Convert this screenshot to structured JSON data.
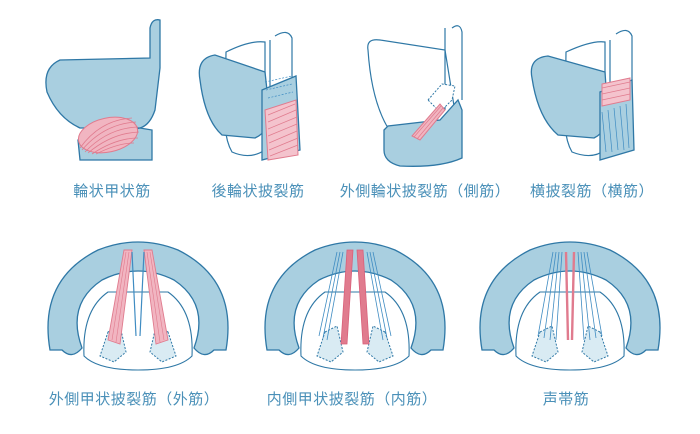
{
  "colors": {
    "cartilage_fill": "#a9cfe0",
    "cartilage_stroke": "#2f78a6",
    "muscle_red": "#e07b8e",
    "muscle_blue": "#3f8cc2",
    "caption": "#4a90b8",
    "background": "#ffffff"
  },
  "panels": [
    {
      "label": "輪状甲状筋",
      "view": "lateral",
      "highlight": "cricothyroid"
    },
    {
      "label": "後輪状披裂筋",
      "view": "lateral",
      "highlight": "posterior-cricoarytenoid"
    },
    {
      "label": "外側輪状披裂筋（側筋）",
      "view": "lateral",
      "highlight": "lateral-cricoarytenoid"
    },
    {
      "label": "横披裂筋（横筋）",
      "view": "lateral",
      "highlight": "transverse-arytenoid"
    },
    {
      "label": "外側甲状披裂筋（外筋）",
      "view": "superior",
      "highlight": "lateral-thyroarytenoid"
    },
    {
      "label": "内側甲状披裂筋（内筋）",
      "view": "superior",
      "highlight": "medial-thyroarytenoid"
    },
    {
      "label": "声帯筋",
      "view": "superior",
      "highlight": "vocalis"
    }
  ]
}
